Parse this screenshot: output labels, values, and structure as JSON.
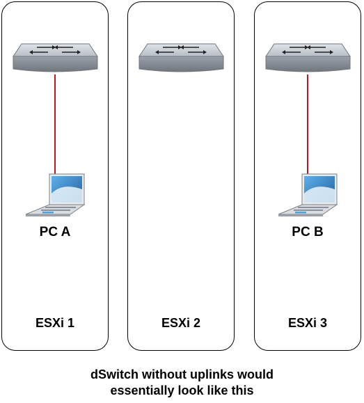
{
  "hosts": [
    {
      "label": "ESXi 1",
      "pc": "PC A"
    },
    {
      "label": "ESXi 2",
      "pc": ""
    },
    {
      "label": "ESXi 3",
      "pc": "PC B"
    }
  ],
  "caption": {
    "line1": "dSwitch without uplinks would",
    "line2": "essentially look like this"
  },
  "colors": {
    "link": "#c0161c",
    "switch_top": "#c9cfd6",
    "switch_side": "#8d949c",
    "laptop_screen": "#2a7fc4"
  },
  "icons": [
    "switch-icon",
    "laptop-icon"
  ]
}
